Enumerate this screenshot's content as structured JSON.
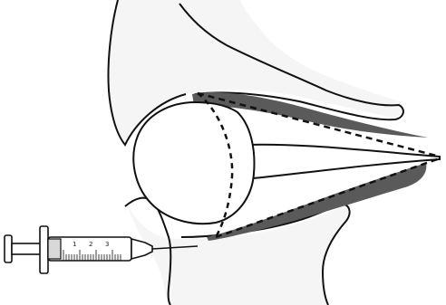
{
  "diagram": {
    "colors": {
      "background": "#ffffff",
      "tissue_fill": "#f7f7f7",
      "outline": "#111111",
      "shaded_region": "#5a5a5a",
      "dashed_line": "#111111"
    },
    "syringe": {
      "scale_labels": [
        "1",
        "2",
        "3"
      ]
    }
  }
}
